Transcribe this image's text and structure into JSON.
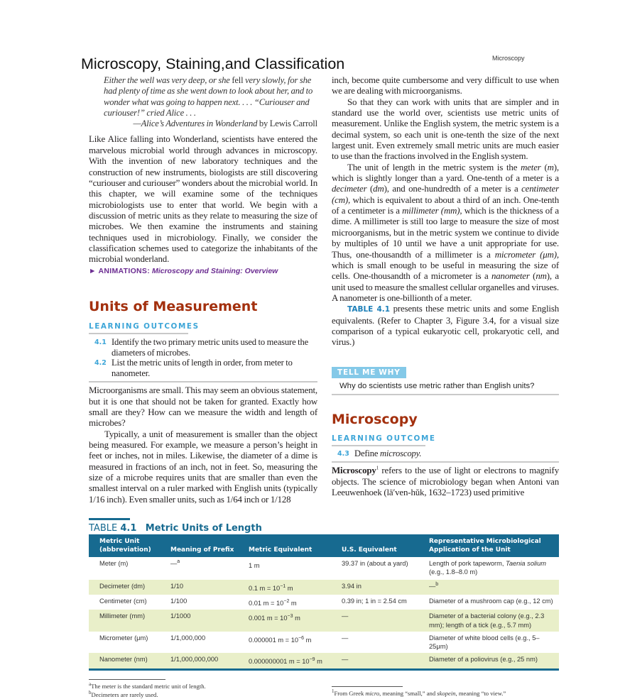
{
  "header": {
    "chapter_title": "Microscopy, Staining,and Classification",
    "running_head": "Microscopy"
  },
  "quote": {
    "text": [
      {
        "t": "Either the well was very deep, or she "
      },
      {
        "t": "fell",
        "n": 1
      },
      {
        "t": " very slowly, for she had plenty of time as she went down to look about her, and to wonder what was going to happen next. . . . “Curiouser and curiouser!” cried Alice . . ."
      }
    ],
    "attribution": [
      {
        "t": "—Alice’s Adventures in Wonderland",
        "i": 1
      },
      {
        "t": " by Lewis Carroll"
      }
    ]
  },
  "left": {
    "intro": [
      {
        "t": "Like Alice falling into Wonderland, scientists have entered the marvelous microbial world through advances in microscopy. With the invention of new laboratory techniques and the construction of new instruments, biologists are still discovering “curiouser and curiouser” wonders about the microbial world. In this chapter, we will examine some of the techniques microbiologists use to enter that world. We begin with a discussion of metric units as they relate to measuring the size of microbes. We then examine the instruments and staining techniques used in microbiology. Finally, we consider the classification schemes used to categorize the inhabitants of the microbial wonderland."
      }
    ],
    "animations_label": "► ANIMATIONS:",
    "animations_link": "Microscopy and Staining: Overview",
    "section_title": "Units of Measurement",
    "lo_heading": "LEARNING OUTCOMES",
    "outcomes": [
      {
        "num": "4.1",
        "text": "Identify the two primary metric units used to measure the diameters of microbes."
      },
      {
        "num": "4.2",
        "text": "List the metric units of length in order, from meter to nanometer."
      }
    ],
    "p1": [
      {
        "t": "Microorganisms are small. This may seem an obvious statement, but it is one that should not be taken for granted. Exactly how small are they? How can we measure the width and length of microbes?"
      }
    ],
    "p2": [
      {
        "t": "Typically, a unit of measurement is smaller than the object being measured. For example, we measure a person’s height in feet or inches, not in miles. Likewise, the diameter of a dime is measured in fractions of an inch, not in feet. So, measuring the size of a microbe requires units that are smaller than even the smallest interval on a ruler marked with English units (typically 1/16 inch). Even smaller units, such as 1/64 inch or 1/128"
      }
    ]
  },
  "right": {
    "p0": [
      {
        "t": "inch, become quite cumbersome and very difficult to use when we are dealing with microorganisms."
      }
    ],
    "p1": [
      {
        "t": "So that they can work with units that are simpler and in standard use the world over, scientists use metric units of measurement. Unlike the English system, the metric system is a decimal system, so each unit is one-tenth the size of the next largest unit. Even extremely small metric units are much easier to use than the fractions involved in the English system."
      }
    ],
    "p2": [
      {
        "t": "The unit of length in the metric system is the "
      },
      {
        "t": "meter",
        "i": 1
      },
      {
        "t": " ("
      },
      {
        "t": "m",
        "i": 1
      },
      {
        "t": "), which is slightly longer than a yard. One-tenth of a meter is a "
      },
      {
        "t": "decimeter",
        "i": 1
      },
      {
        "t": " ("
      },
      {
        "t": "dm",
        "i": 1
      },
      {
        "t": "), and one-hundredth of a meter is a "
      },
      {
        "t": "centimeter (cm),",
        "i": 1
      },
      {
        "t": " which is equivalent to about a third of an inch. One-tenth of a centimeter is a "
      },
      {
        "t": "millimeter (mm),",
        "i": 1
      },
      {
        "t": " which is the thickness of a dime. A millimeter is still too large to measure the size of most microorganisms, but in the metric system we continue to divide by multiples of 10 until we have a unit appropriate for use. Thus, one-thousandth of a millimeter is a "
      },
      {
        "t": "micrometer",
        "i": 1
      },
      {
        "t": " (μm),",
        "i": 1
      },
      {
        "t": " which is small enough to be useful in measuring the size of cells. One-thousandth of a micrometer is a "
      },
      {
        "t": "nanometer",
        "i": 1
      },
      {
        "t": " ("
      },
      {
        "t": "nm",
        "i": 1
      },
      {
        "t": "), a unit used to measure the smallest cellular organelles and viruses. A nanometer is one-billionth of a meter."
      }
    ],
    "table_ref": "TABLE 4.1",
    "p3": [
      {
        "t": " presents these metric units and some English equivalents. (Refer to Chapter 3, Figure 3.4, for a visual size comparison of a typical eukaryotic cell, prokaryotic cell, and virus.)"
      }
    ],
    "tell_me_why": "TELL ME WHY",
    "tell_me_why_q": "Why do scientists use metric rather than English units?",
    "section_title": "Microscopy",
    "lo_heading": "LEARNING OUTCOME",
    "outcome": {
      "num": "4.3",
      "text": [
        {
          "t": "Define "
        },
        {
          "t": "microscopy.",
          "i": 1
        }
      ]
    },
    "p4_term": "Microscopy",
    "p4_sup": "1",
    "p4": [
      {
        "t": " refers to the use of light or electrons to magnify objects. The science of microbiology began when Antoni van Leeuwenhoek (lā′ven-hŭk, 1632–1723) used primitive"
      }
    ]
  },
  "table": {
    "label": "TABLE",
    "number": "4.1",
    "title": "Metric Units of Length",
    "headers": [
      "Metric Unit (abbreviation)",
      "Meaning of Prefix",
      "Metric Equivalent",
      "U.S. Equivalent",
      "Representative Microbiological Application of the Unit"
    ],
    "rows": [
      {
        "unit": "Meter (m)",
        "prefix": "—",
        "prefix_sup": "a",
        "eq": "1 m",
        "eq_exp": "",
        "eq_unit": "",
        "us": "39.37 in (about a yard)",
        "app": [
          {
            "t": "Length of pork tapeworm, "
          },
          {
            "t": "Taenia solium",
            "i": 1
          },
          {
            "t": " (e.g., 1.8–8.0 m)"
          }
        ]
      },
      {
        "unit": "Decimeter (dm)",
        "prefix": "1/10",
        "prefix_sup": "",
        "eq": "0.1 m = 10",
        "eq_exp": "−1",
        "eq_unit": " m",
        "us": "3.94 in",
        "app": [
          {
            "t": "—"
          },
          {
            "t": "b",
            "s": 1
          }
        ]
      },
      {
        "unit": "Centimeter (cm)",
        "prefix": "1/100",
        "prefix_sup": "",
        "eq": "0.01 m = 10",
        "eq_exp": "−2",
        "eq_unit": " m",
        "us": "0.39 in; 1 in = 2.54 cm",
        "app": [
          {
            "t": "Diameter of a mushroom cap (e.g., 12 cm)"
          }
        ]
      },
      {
        "unit": "Millimeter (mm)",
        "prefix": "1/1000",
        "prefix_sup": "",
        "eq": "0.001 m = 10",
        "eq_exp": "−3",
        "eq_unit": " m",
        "us": "—",
        "app": [
          {
            "t": "Diameter of a bacterial colony (e.g., 2.3 mm); length of a tick (e.g., 5.7 mm)"
          }
        ]
      },
      {
        "unit": "Micrometer (μm)",
        "prefix": "1/1,000,000",
        "prefix_sup": "",
        "eq": "0.000001 m = 10",
        "eq_exp": "−6",
        "eq_unit": " m",
        "us": "—",
        "app": [
          {
            "t": "Diameter of white blood cells (e.g., 5–25μm)"
          }
        ]
      },
      {
        "unit": "Nanometer (nm)",
        "prefix": "1/1,000,000,000",
        "prefix_sup": "",
        "eq": "0.000000001 m = 10",
        "eq_exp": "−9",
        "eq_unit": " m",
        "us": "—",
        "app": [
          {
            "t": "Diameter of a poliovirus (e.g., 25 nm)"
          }
        ]
      }
    ]
  },
  "footnotes": {
    "a_mark": "a",
    "a": "The meter is the standard metric unit of length.",
    "b_mark": "b",
    "b": "Decimeters are rarely used.",
    "one_mark": "1",
    "one": [
      {
        "t": "From Greek "
      },
      {
        "t": "micro",
        "i": 1
      },
      {
        "t": ", meaning “small,” and "
      },
      {
        "t": "skopein",
        "i": 1
      },
      {
        "t": ", meaning “to view.”"
      }
    ]
  },
  "colors": {
    "heading": "#a3300e",
    "learning_outcome": "#3ea6d8",
    "table_header": "#176a90",
    "table_stripe": "#e9efc9",
    "animations": "#6b2c91",
    "tell_me_why": "#84c9e8"
  }
}
